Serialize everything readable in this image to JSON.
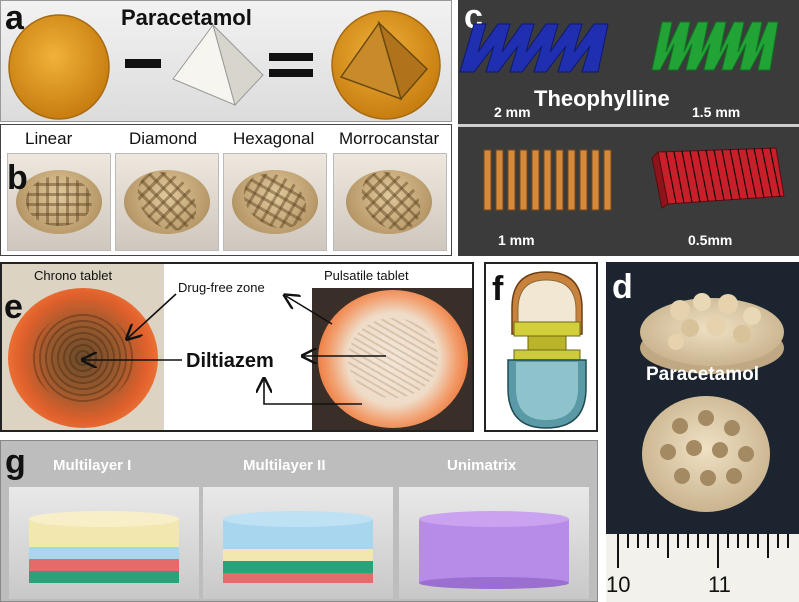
{
  "panels": {
    "a": {
      "letter": "a",
      "title": "Paracetamol",
      "op_minus": "−",
      "op_equals": "="
    },
    "b": {
      "letter": "b",
      "labels": [
        "Linear",
        "Diamond",
        "Hexagonal",
        "Morrocanstar"
      ]
    },
    "c": {
      "letter": "c",
      "title": "Theophylline",
      "sizes": [
        "2 mm",
        "1.5 mm",
        "1 mm",
        "0.5mm"
      ]
    },
    "d": {
      "letter": "d",
      "label": "Paracetamol",
      "ruler_labels": [
        "10",
        "11"
      ]
    },
    "e": {
      "letter": "e",
      "left_label": "Chrono tablet",
      "right_label": "Pulsatile tablet",
      "zone_label": "Drug-free zone",
      "drug_label": "Diltiazem"
    },
    "f": {
      "letter": "f"
    },
    "g": {
      "letter": "g",
      "labels": [
        "Multilayer I",
        "Multilayer II",
        "Unimatrix"
      ]
    }
  },
  "colors": {
    "tablet_orange": "#e59a1e",
    "pyramid_white": "#f4f1ea",
    "c_blue": "#1f2fb0",
    "c_green": "#22a336",
    "c_orange": "#d48a3c",
    "c_red": "#c8202a",
    "layer_yellow": "#f3e7b0",
    "layer_blue": "#a9d6ef",
    "layer_red": "#e56a6a",
    "layer_green": "#2aa37a",
    "unimatrix_purple": "#b78be8"
  }
}
